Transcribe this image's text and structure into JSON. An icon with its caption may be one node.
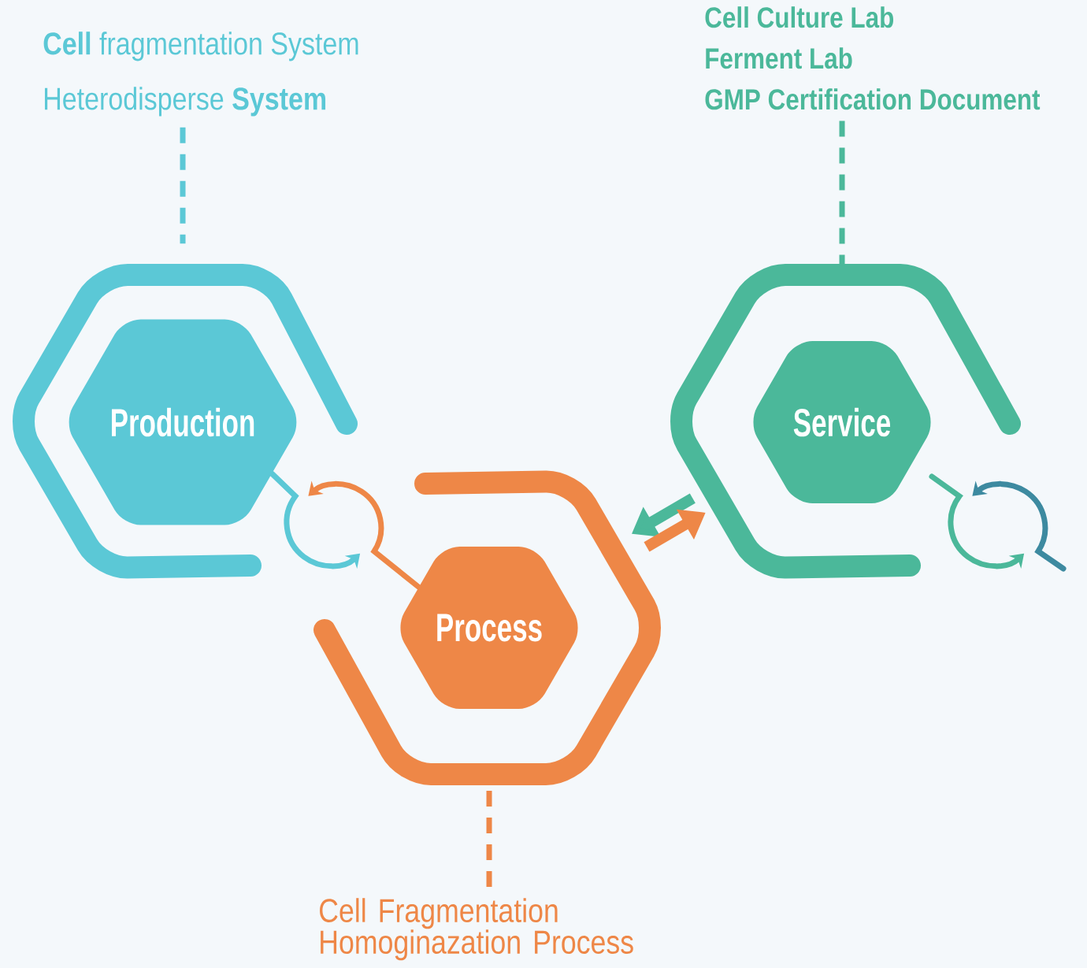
{
  "diagram": {
    "nodes": [
      {
        "text": [
          "Production"
        ]
      },
      {
        "text": [
          "Process"
        ]
      },
      {
        "text": [
          "Service"
        ]
      },
      {
        "text": [
          "**Cell** fragmentation System",
          "Heterodisperse **System**"
        ]
      },
      {
        "text": [
          "Cell Culture Lab",
          "Ferment Lab",
          "GMP Certification Document"
        ]
      },
      {
        "text": [
          "Cell Fragmentation Homoginazation Process"
        ]
      }
    ],
    "edges": [
      {
        "from": 3,
        "to": 0,
        "arrow": "none",
        "style": "dashed",
        "color": "#5bc8d6"
      },
      {
        "from": 4,
        "to": 2,
        "arrow": "none",
        "style": "dashed",
        "color": "#4bb89a"
      },
      {
        "from": 5,
        "to": 1,
        "arrow": "none",
        "style": "dashed",
        "color": "#ee8747"
      },
      {
        "from": 0,
        "to": 1,
        "arrow": "to",
        "color": "#5bc8d6"
      },
      {
        "from": 1,
        "to": 0,
        "arrow": "to",
        "color": "#ee8747"
      },
      {
        "from": 2,
        "to": 1,
        "arrow": "to",
        "style": "thick",
        "color": "#4bb89a"
      },
      {
        "from": 1,
        "to": 2,
        "arrow": "to",
        "style": "thick",
        "color": "#ee8747"
      }
    ]
  }
}
